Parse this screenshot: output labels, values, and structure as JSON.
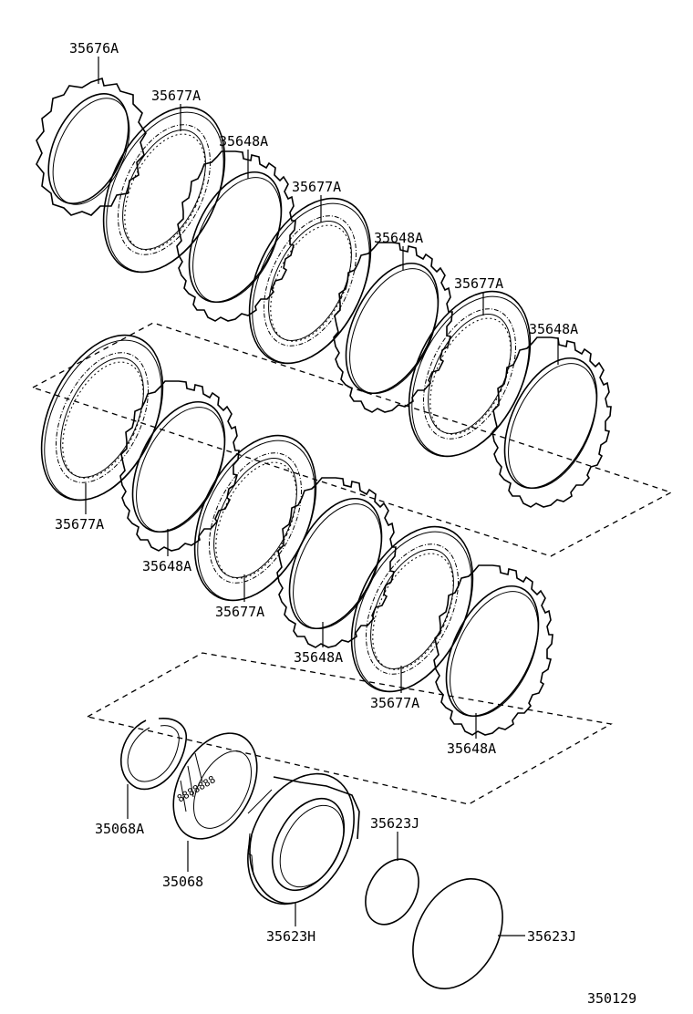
{
  "diagram": {
    "labels": {
      "p35676A": "35676A",
      "p35677A_1": "35677A",
      "p35648A_1": "35648A",
      "p35677A_2": "35677A",
      "p35648A_2": "35648A",
      "p35677A_3": "35677A",
      "p35648A_3": "35648A",
      "p35677A_4": "35677A",
      "p35648A_4": "35648A",
      "p35677A_5": "35677A",
      "p35648A_5": "35648A",
      "p35677A_6": "35677A",
      "p35648A_6": "35648A",
      "p35068A": "35068A",
      "p35068": "35068",
      "p35623H": "35623H",
      "p35623J_1": "35623J",
      "p35623J_2": "35623J",
      "figure_code": "350129"
    }
  }
}
